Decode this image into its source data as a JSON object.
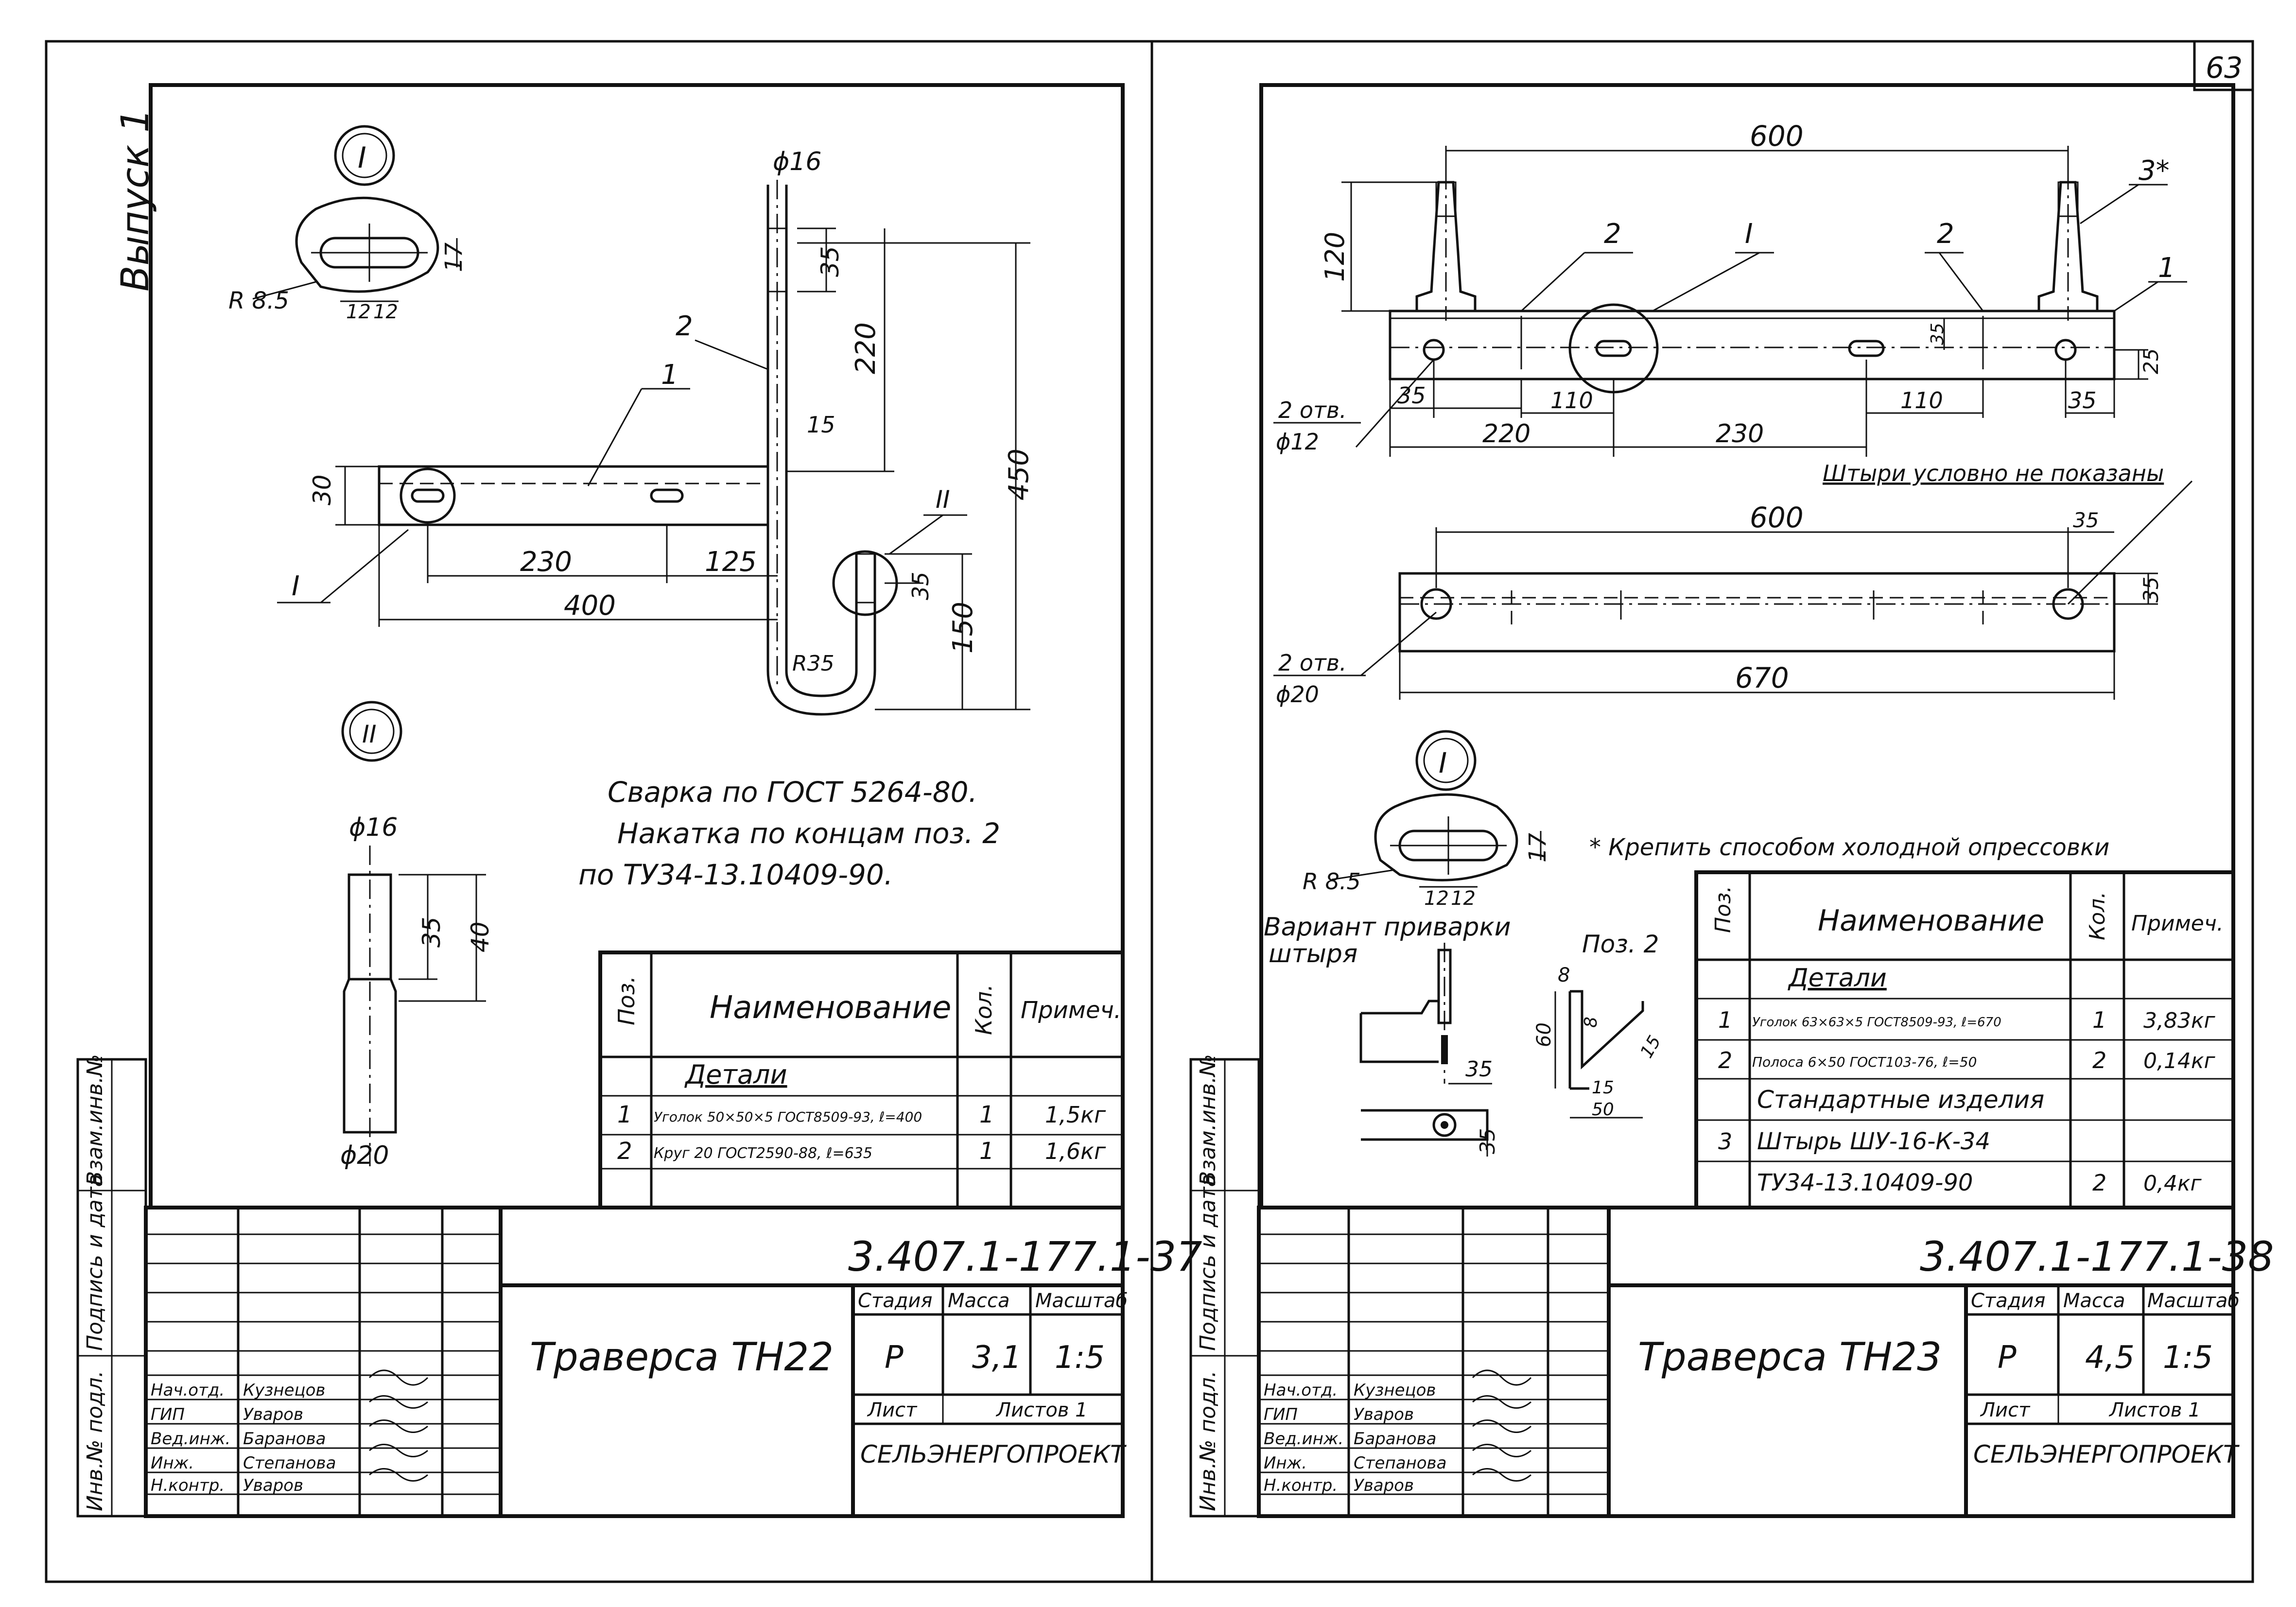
{
  "page_number": "63",
  "side_note": "Выпуск 1",
  "left_sheet": {
    "views": {
      "view1": "I",
      "view2": "II"
    },
    "dims": {
      "r85": "R 8.5",
      "d12a": "12",
      "d12b": "12",
      "d17": "17",
      "phi16": "ϕ16",
      "d35top": "35",
      "d220": "220",
      "d2": "2",
      "d1": "1",
      "d15": "15",
      "d450": "450",
      "d30": "30",
      "d230": "230",
      "d125": "125",
      "d400": "400",
      "d150": "150",
      "r35": "R35",
      "d35hook": "35",
      "pos_I": "I",
      "pos_II": "II",
      "phi16b": "ϕ16",
      "d35b": "35",
      "d40": "40",
      "phi20": "ϕ20"
    },
    "notes": [
      "Сварка по ГОСТ 5264-80.",
      "Накатка по концам поз. 2",
      "по ТУ34-13.10409-90."
    ],
    "table": {
      "headers": [
        "Поз.",
        "Наименование",
        "Кол.",
        "Примеч."
      ],
      "section": "Детали",
      "rows": [
        {
          "pos": "1",
          "name": "Уголок 50×50×5 ГОСТ8509-93, ℓ=400",
          "qty": "1",
          "note": "1,5кг"
        },
        {
          "pos": "2",
          "name": "Круг 20 ГОСТ2590-88, ℓ=635",
          "qty": "1",
          "note": "1,6кг"
        }
      ]
    },
    "stamp": {
      "code": "3.407.1-177.1-37",
      "title": "Траверса ТН22",
      "stage_label": "Стадия",
      "mass_label": "Масса",
      "scale_label": "Масштаб",
      "stage": "Р",
      "mass": "3,1",
      "scale": "1:5",
      "sheet_label": "Лист",
      "sheets_label": "Листов 1",
      "org": "СЕЛЬЭНЕРГОПРОЕКТ",
      "roles": [
        "Нач.отд.",
        "ГИП",
        "Вед.инж.",
        "Инж.",
        "Н.контр."
      ],
      "names": [
        "Кузнецов",
        "Уваров",
        "Баранова",
        "Степанова",
        "Уваров"
      ]
    },
    "side_labels": [
      "Инв.№ подл.",
      "Подпись и дата",
      "Взам.инв.№"
    ]
  },
  "right_sheet": {
    "dims": {
      "d600": "600",
      "d120": "120",
      "d2a": "2",
      "vI": "I",
      "d2b": "2",
      "d3": "3*",
      "d1": "1",
      "d35r": "35",
      "d25": "25",
      "holes1": "2 отв.",
      "phi12": "ϕ12",
      "d35a": "35",
      "d110a": "110",
      "d110b": "110",
      "d35b": "35",
      "d220": "220",
      "d230": "230",
      "d600b": "600",
      "d35c": "35",
      "d35d": "35",
      "holes2": "2 отв.",
      "phi20": "ϕ20",
      "d670": "670",
      "view": "I",
      "r85": "R 8.5",
      "d12a": "12",
      "d12b": "12",
      "d17": "17",
      "d8": "8",
      "d60": "60",
      "d8b": "8",
      "d15a": "15",
      "d15b": "15",
      "d50": "50",
      "d35e": "35",
      "d35f": "35"
    },
    "pins_note": "Штыри условно не показаны",
    "fix_note": "* Крепить способом холодной опрессовки",
    "variant_label": [
      "Вариант приварки",
      "штыря"
    ],
    "pos2_label": "Поз. 2",
    "table": {
      "headers": [
        "Поз.",
        "Наименование",
        "Кол.",
        "Примеч."
      ],
      "section1": "Детали",
      "rows1": [
        {
          "pos": "1",
          "name": "Уголок 63×63×5 ГОСТ8509-93, ℓ=670",
          "qty": "1",
          "note": "3,83кг"
        },
        {
          "pos": "2",
          "name": "Полоса 6×50 ГОСТ103-76, ℓ=50",
          "qty": "2",
          "note": "0,14кг"
        }
      ],
      "section2": "Стандартные изделия",
      "rows2": [
        {
          "pos": "3",
          "name": "Штырь ШУ-16-К-34",
          "qty": "",
          "note": ""
        },
        {
          "pos": "",
          "name": "ТУ34-13.10409-90",
          "qty": "2",
          "note": "0,4кг"
        }
      ]
    },
    "stamp": {
      "code": "3.407.1-177.1-38",
      "title": "Траверса ТН23",
      "stage_label": "Стадия",
      "mass_label": "Масса",
      "scale_label": "Масштаб",
      "stage": "Р",
      "mass": "4,5",
      "scale": "1:5",
      "sheet_label": "Лист",
      "sheets_label": "Листов 1",
      "org": "СЕЛЬЭНЕРГОПРОЕКТ",
      "roles": [
        "Нач.отд.",
        "ГИП",
        "Вед.инж.",
        "Инж.",
        "Н.контр."
      ],
      "names": [
        "Кузнецов",
        "Уваров",
        "Баранова",
        "Степанова",
        "Уваров"
      ]
    },
    "side_labels": [
      "Инв.№ подл.",
      "Подпись и дата",
      "Взам.инв.№"
    ]
  }
}
